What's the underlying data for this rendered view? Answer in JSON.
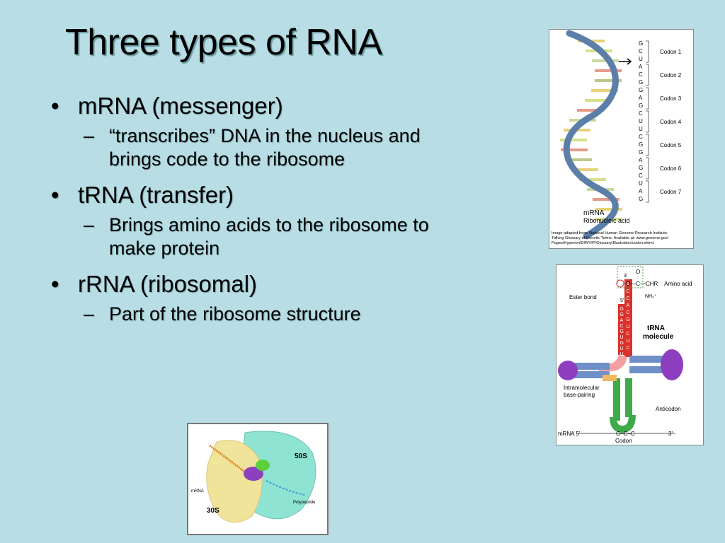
{
  "slide": {
    "title": "Three types of RNA",
    "bullets": [
      {
        "text": "mRNA (messenger)",
        "sub": "“transcribes” DNA in the nucleus and brings code to the ribosome"
      },
      {
        "text": "tRNA (transfer)",
        "sub": "Brings amino acids to the ribosome to make protein"
      },
      {
        "text": "rRNA (ribosomal)",
        "sub": "Part of the ribosome structure"
      }
    ],
    "bullet_glyph": "•",
    "dash_glyph": "–"
  },
  "mrna_figure": {
    "bases": [
      "G",
      "C",
      "U",
      "A",
      "C",
      "G",
      "G",
      "A",
      "G",
      "C",
      "U",
      "U",
      "C",
      "G",
      "G",
      "A",
      "G",
      "C",
      "U",
      "A",
      "G"
    ],
    "codons": [
      "Codon 1",
      "Codon 2",
      "Codon 3",
      "Codon 4",
      "Codon 5",
      "Codon 6",
      "Codon 7"
    ],
    "label": "mRNA",
    "sublabel": "Ribonucleic acid",
    "credit": [
      "Image adapted from: National Human Genome Research Institute.",
      "Talking Glossary of Genetic Terms. Available at: www.genome.gov/",
      "Pages/Hyperion/DIR/VIP/Glossary/Illustration/codon.shtml."
    ]
  },
  "trna_figure": {
    "title_line1": "tRNA",
    "title_line2": "molecule",
    "ester_bond": "Ester bond",
    "amino_acid": "Amino acid",
    "three_prime": "3'",
    "five_prime": "5'",
    "chem_o": "O",
    "chem_chr": "O—C—CHR",
    "chem_nh3": "NH₃⁺",
    "acceptor_left": [
      "A",
      "C",
      "C",
      "A",
      "C",
      "G",
      "U",
      "C",
      "U",
      "C"
    ],
    "acceptor_right": [
      "G",
      "G",
      "A",
      "C",
      "G",
      "U",
      "G",
      "U",
      "U"
    ],
    "intramolecular": "Intramolecular",
    "base_pairing": "base-pairing",
    "anticodon": "Anticodon",
    "mrna_5": "mRNA 5'",
    "codon_bases": "G–C–C",
    "mrna_3": "3'",
    "codon": "Codon"
  },
  "ribosome_figure": {
    "large": "50S",
    "small": "30S",
    "mrna": "mRNA",
    "polypeptide": "Polypeptide"
  },
  "colors": {
    "background": "#b8dde4",
    "helix": "#5b7fa8",
    "trna_red": "#d9312b",
    "trna_blue": "#6f8fc9",
    "trna_purple": "#8d3fbf",
    "trna_green": "#3faa4a",
    "ribosome_yellow": "#f0e39a",
    "ribosome_cyan": "#8fe3d2"
  }
}
